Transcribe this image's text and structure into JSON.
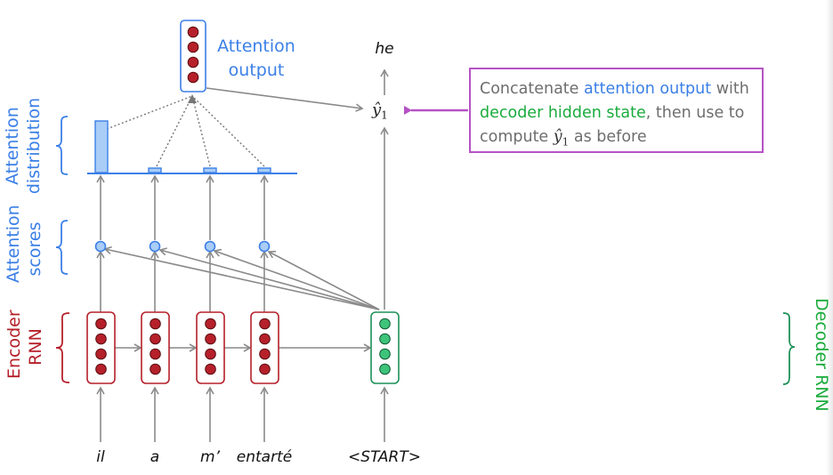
{
  "attention_output_label": "Attention output",
  "attention_distribution_label": "Attention distribution",
  "attention_scores_label": "Attention scores",
  "encoder_label": "Encoder RNN",
  "decoder_label": "Decoder RNN",
  "output_word": "he",
  "output_symbol": "ŷ",
  "output_subscript": "1",
  "callout": {
    "part1": "Concatenate ",
    "part2": "attention output",
    "part3": " with ",
    "part4": "decoder hidden state",
    "part5": ", then use to compute ",
    "part6": " as before"
  },
  "source_words": [
    "il",
    "a",
    "m’",
    "entarté"
  ],
  "start_token": "<START>",
  "attention_weights": [
    0.82,
    0.06,
    0.06,
    0.06
  ],
  "colors": {
    "encoder": "#b5202a",
    "decoder": "#1e9158",
    "attention": "#3b7fe6",
    "callout_border": "#b552c4",
    "arrow": "#8a8a8a"
  }
}
